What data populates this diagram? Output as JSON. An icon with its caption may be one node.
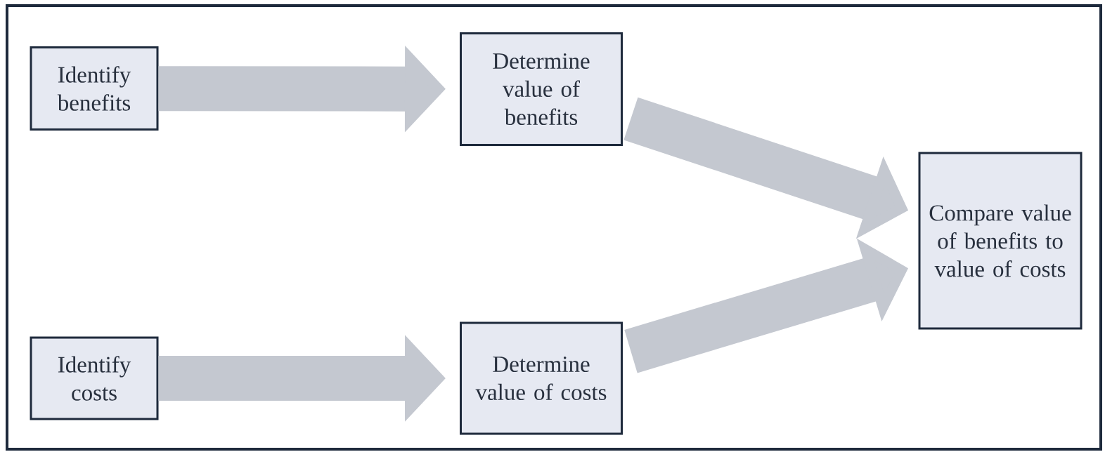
{
  "diagram": {
    "nodes": [
      {
        "text": [
          "Identify benefits"
        ]
      },
      {
        "text": [
          "Determine value of benefits"
        ]
      },
      {
        "text": [
          "Compare value of benefits to value of costs"
        ]
      },
      {
        "text": [
          "Identify costs"
        ]
      },
      {
        "text": [
          "Determine value of costs"
        ]
      }
    ],
    "edges": [
      {
        "from": 0,
        "to": 1,
        "arrow": "to"
      },
      {
        "from": 1,
        "to": 2,
        "arrow": "to"
      },
      {
        "from": 3,
        "to": 4,
        "arrow": "to"
      },
      {
        "from": 4,
        "to": 2,
        "arrow": "to"
      }
    ]
  }
}
